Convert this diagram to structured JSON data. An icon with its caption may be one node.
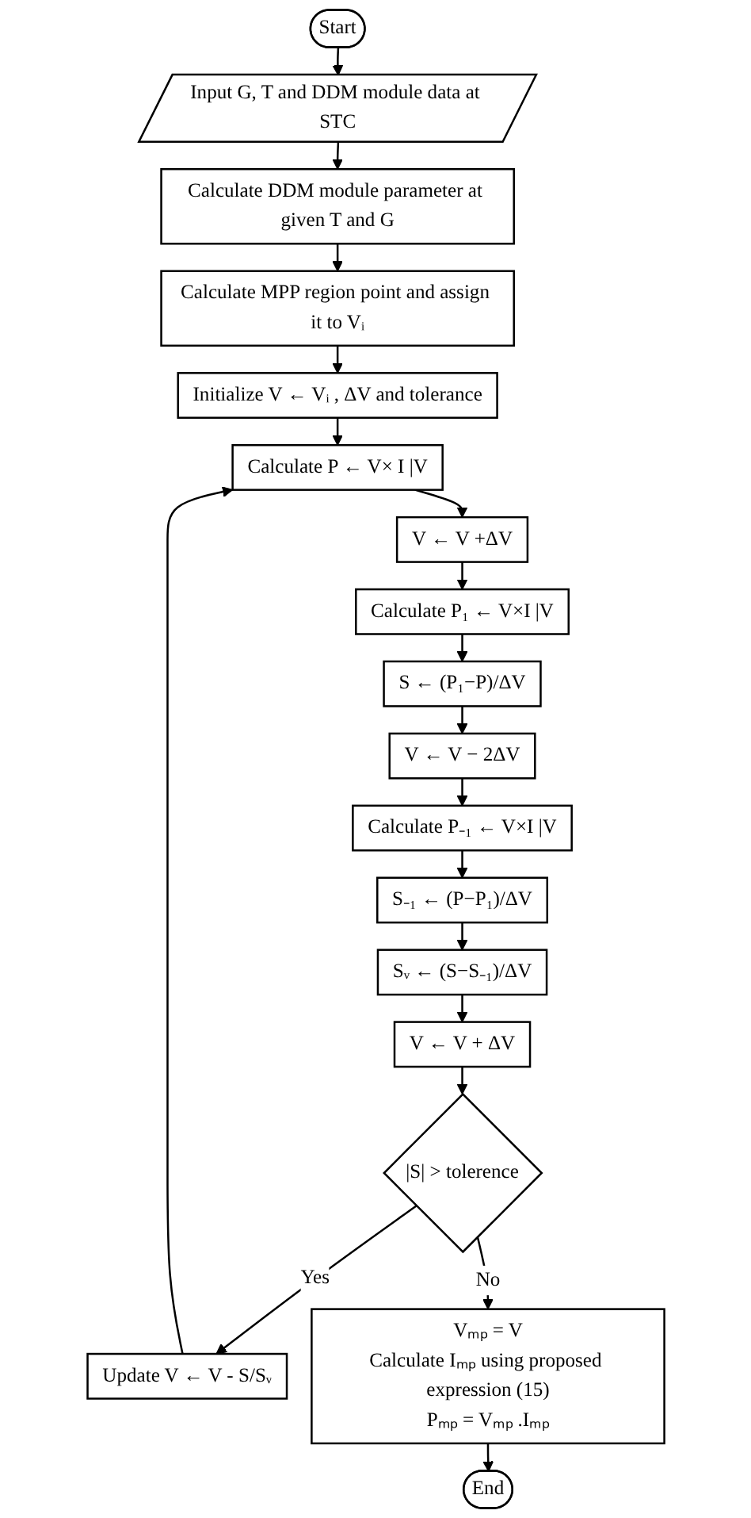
{
  "diagram": {
    "nodes": [
      {
        "text": [
          "Start"
        ]
      },
      {
        "text": [
          "Input G, T and DDM module data at STC"
        ]
      },
      {
        "text": [
          "Calculate DDM module parameter at given T and G"
        ]
      },
      {
        "text": [
          "Calculate MPP region point and assign it to Vᵢ"
        ]
      },
      {
        "text": [
          "Initialize V ← Vᵢ , ΔV and tolerance"
        ]
      },
      {
        "text": [
          "Calculate P ← V× I |V"
        ]
      },
      {
        "text": [
          "V ← V +ΔV"
        ]
      },
      {
        "text": [
          "Calculate P₁ ← V×I |V"
        ]
      },
      {
        "text": [
          "Update V ← V - S/Sᵥ"
        ]
      },
      {
        "text": [
          "S ← (P₁−P)/ΔV"
        ]
      },
      {
        "text": [
          "V ← V − 2ΔV"
        ]
      },
      {
        "text": [
          "Calculate P₋₁ ← V×I |V"
        ]
      },
      {
        "text": [
          "S₋₁ ← (P−P₁)/ΔV"
        ]
      },
      {
        "text": [
          "Sᵥ ← (S−S₋₁)/ΔV"
        ]
      },
      {
        "text": [
          "V ← V + ΔV"
        ]
      },
      {
        "text": [
          "|S| > tolerence"
        ]
      },
      {
        "text": [
          "Vₘₚ = V",
          "Calculate Iₘₚ using proposed expression (15)",
          "Pₘₚ = Vₘₚ .Iₘₚ"
        ]
      },
      {
        "text": [
          "End"
        ]
      }
    ],
    "edges": [
      {
        "from": 0,
        "to": 1,
        "arrow": "to"
      },
      {
        "from": 1,
        "to": 2,
        "arrow": "to"
      },
      {
        "from": 2,
        "to": 3,
        "arrow": "to"
      },
      {
        "from": 3,
        "to": 4,
        "arrow": "to"
      },
      {
        "from": 4,
        "to": 5,
        "arrow": "to"
      },
      {
        "from": 5,
        "to": 6,
        "arrow": "to"
      },
      {
        "from": 6,
        "to": 7,
        "arrow": "to"
      },
      {
        "from": 7,
        "to": 9,
        "arrow": "to"
      },
      {
        "from": 9,
        "to": 10,
        "arrow": "to"
      },
      {
        "from": 10,
        "to": 11,
        "arrow": "to"
      },
      {
        "from": 11,
        "to": 12,
        "arrow": "to"
      },
      {
        "from": 12,
        "to": 13,
        "arrow": "to"
      },
      {
        "from": 13,
        "to": 14,
        "arrow": "to"
      },
      {
        "from": 14,
        "to": 15,
        "arrow": "to"
      },
      {
        "from": 15,
        "to": 8,
        "label": "Yes",
        "arrow": "to"
      },
      {
        "from": 8,
        "to": 5,
        "arrow": "to"
      },
      {
        "from": 15,
        "to": 16,
        "label": "No",
        "arrow": "to"
      },
      {
        "from": 16,
        "to": 17,
        "arrow": "to"
      }
    ]
  }
}
